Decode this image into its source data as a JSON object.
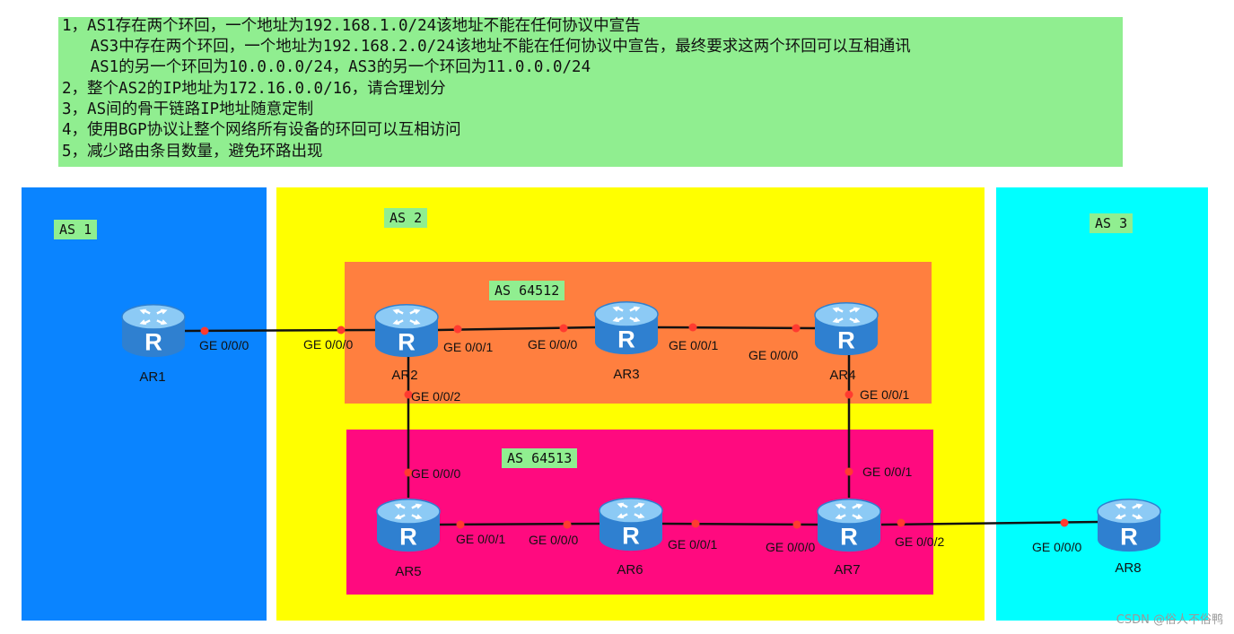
{
  "requirements": [
    "1，AS1存在两个环回，一个地址为192.168.1.0/24该地址不能在任何协议中宣告",
    "   AS3中存在两个环回，一个地址为192.168.2.0/24该地址不能在任何协议中宣告，最终要求这两个环回可以互相通讯",
    "   AS1的另一个环回为10.0.0.0/24，AS3的另一个环回为11.0.0.0/24",
    "2，整个AS2的IP地址为172.16.0.0/16，请合理划分",
    "3，AS间的骨干链路IP地址随意定制",
    "4，使用BGP协议让整个网络所有设备的环回可以互相访问",
    "5，减少路由条目数量，避免环路出现"
  ],
  "areas": {
    "as1": {
      "label": "AS 1",
      "color": "#0a84ff"
    },
    "as2": {
      "label": "AS 2",
      "color": "#ffff00"
    },
    "as3": {
      "label": "AS 3",
      "color": "#00ffff"
    },
    "as64512": {
      "label": "AS 64512",
      "color": "#ff7f3f"
    },
    "as64513": {
      "label": "AS 64513",
      "color": "#ff0a7f"
    }
  },
  "routers": [
    {
      "id": "AR1",
      "label": "AR1"
    },
    {
      "id": "AR2",
      "label": "AR2"
    },
    {
      "id": "AR3",
      "label": "AR3"
    },
    {
      "id": "AR4",
      "label": "AR4"
    },
    {
      "id": "AR5",
      "label": "AR5"
    },
    {
      "id": "AR6",
      "label": "AR6"
    },
    {
      "id": "AR7",
      "label": "AR7"
    },
    {
      "id": "AR8",
      "label": "AR8"
    }
  ],
  "links": [
    {
      "from": "AR1",
      "to": "AR2",
      "from_if": "GE 0/0/0",
      "to_if": "GE 0/0/0"
    },
    {
      "from": "AR2",
      "to": "AR3",
      "from_if": "GE 0/0/1",
      "to_if": "GE 0/0/0"
    },
    {
      "from": "AR3",
      "to": "AR4",
      "from_if": "GE 0/0/1",
      "to_if": "GE 0/0/0"
    },
    {
      "from": "AR2",
      "to": "AR5",
      "from_if": "GE 0/0/2",
      "to_if": "GE 0/0/0"
    },
    {
      "from": "AR4",
      "to": "AR7",
      "from_if": "GE 0/0/1",
      "to_if": "GE 0/0/1"
    },
    {
      "from": "AR5",
      "to": "AR6",
      "from_if": "GE 0/0/1",
      "to_if": "GE 0/0/0"
    },
    {
      "from": "AR6",
      "to": "AR7",
      "from_if": "GE 0/0/1",
      "to_if": "GE 0/0/0"
    },
    {
      "from": "AR7",
      "to": "AR8",
      "from_if": "GE 0/0/2",
      "to_if": "GE 0/0/0"
    }
  ],
  "router_colors": {
    "body": "#3a8fd8",
    "top": "#7cc0f2",
    "icon": "router-icon"
  },
  "link_color": "#111111",
  "port_color": "#ff3b30",
  "watermark": "CSDN @俗人不俗鸭"
}
